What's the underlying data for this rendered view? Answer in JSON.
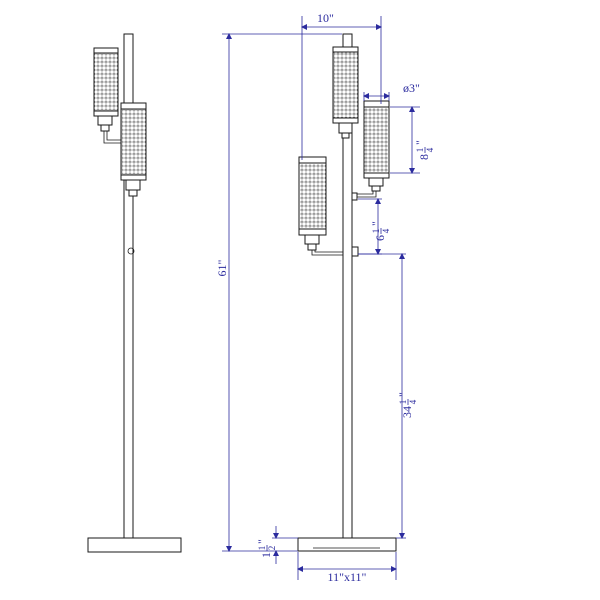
{
  "colors": {
    "outline": "#1a1a1a",
    "dimension": "#2b2b9e",
    "mesh": "#555555",
    "background": "#ffffff"
  },
  "dimensions": {
    "width": "10\"",
    "shade_diameter": "ø3\"",
    "shade_height_whole": "8",
    "shade_height_num": "1",
    "shade_height_den": "4",
    "shade_height_unit": "\"",
    "arm_gap_whole": "6",
    "arm_gap_num": "1",
    "arm_gap_den": "4",
    "arm_gap_unit": "\"",
    "total_height": "61\"",
    "lower_height_whole": "34",
    "lower_height_num": "1",
    "lower_height_den": "4",
    "lower_height_unit": "\"",
    "base_thickness_whole": "1",
    "base_thickness_num": "1",
    "base_thickness_den": "2",
    "base_thickness_unit": "\"",
    "base_size": "11\"x11\""
  }
}
